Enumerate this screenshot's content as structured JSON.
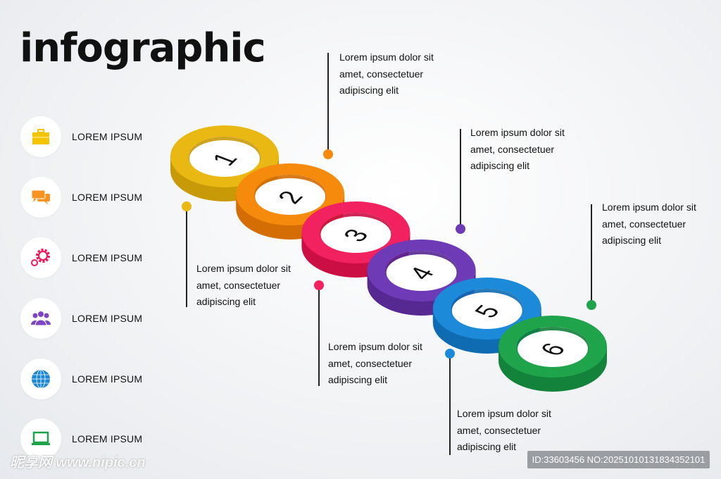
{
  "title": "infographic",
  "sidebar": {
    "items": [
      {
        "label": "LOREM IPSUM",
        "icon": "briefcase-icon",
        "color": "#f5c400"
      },
      {
        "label": "LOREM IPSUM",
        "icon": "chat-bubbles-icon",
        "color": "#f7931e"
      },
      {
        "label": "LOREM IPSUM",
        "icon": "gears-icon",
        "color": "#f0185a"
      },
      {
        "label": "LOREM IPSUM",
        "icon": "team-icon",
        "color": "#7b45c4"
      },
      {
        "label": "LOREM IPSUM",
        "icon": "globe-icon",
        "color": "#1b87d6"
      },
      {
        "label": "LOREM IPSUM",
        "icon": "laptop-icon",
        "color": "#1ea24a"
      }
    ]
  },
  "steps": [
    {
      "number": "1",
      "color": "#eab812",
      "side": "#c99a08",
      "text": [
        "Lorem ipsum dolor sit",
        "amet, consectetuer",
        "adipiscing elit"
      ]
    },
    {
      "number": "2",
      "color": "#f68a0c",
      "side": "#d46d04",
      "text": [
        "Lorem ipsum dolor sit",
        "amet, consectetuer",
        "adipiscing elit"
      ]
    },
    {
      "number": "3",
      "color": "#f2215f",
      "side": "#cb0f45",
      "text": [
        "Lorem ipsum dolor sit",
        "amet, consectetuer",
        "adipiscing elit"
      ]
    },
    {
      "number": "4",
      "color": "#6f3ab5",
      "side": "#552892",
      "text": [
        "Lorem ipsum dolor sit",
        "amet, consectetuer",
        "adipiscing elit"
      ]
    },
    {
      "number": "5",
      "color": "#1c8ad8",
      "side": "#0f6cb3",
      "text": [
        "Lorem ipsum dolor sit",
        "amet, consectetuer",
        "adipiscing elit"
      ]
    },
    {
      "number": "6",
      "color": "#1fa34b",
      "side": "#13823a",
      "text": [
        "Lorem ipsum dolor sit",
        "amet, consectetuer",
        "adipiscing elit"
      ]
    }
  ],
  "watermark": "昵享网 www.nipic.cn",
  "id_badge": "ID:33603456 NO:20251010131834352101"
}
